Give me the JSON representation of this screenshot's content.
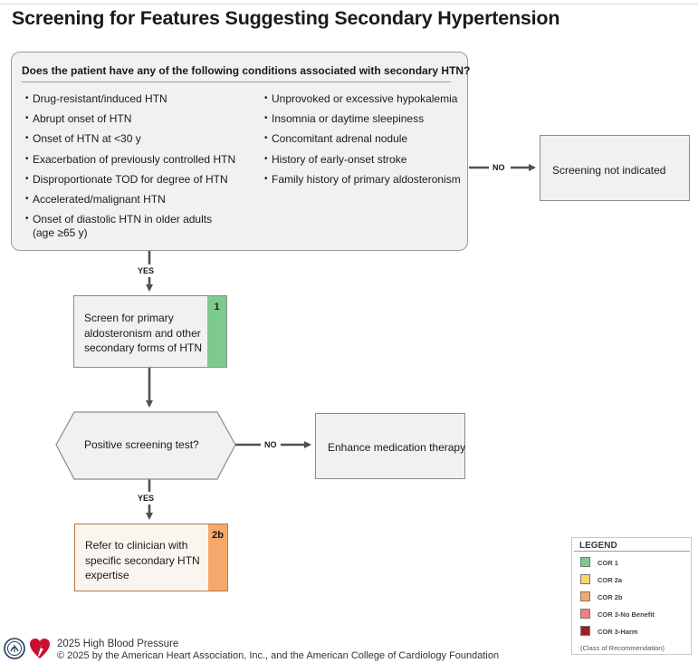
{
  "title": "Screening for Features Suggesting Secondary Hypertension",
  "question": {
    "title": "Does the patient have any of the following conditions associated with secondary HTN?",
    "left_items": [
      "Drug-resistant/induced HTN",
      "Abrupt onset of HTN",
      "Onset of HTN at <30 y",
      "Exacerbation of previously controlled HTN",
      "Disproportionate TOD for degree of HTN",
      "Accelerated/malignant HTN"
    ],
    "left_last_item": {
      "line1": "Onset of diastolic HTN in older adults",
      "line2": "(age ≥65 y)"
    },
    "right_items": [
      "Unprovoked or excessive hypokalemia",
      "Insomnia or daytime sleepiness",
      "Concomitant adrenal nodule",
      "History of early-onset stroke",
      "Family history of primary aldosteronism"
    ]
  },
  "no_label_1": "NO",
  "screening_not_indicated": "Screening not indicated",
  "yes_label_1": "YES",
  "screen_box": {
    "text": "Screen for primary aldosteronism and other secondary forms of HTN",
    "cor": "1"
  },
  "decision": "Positive screening test?",
  "no_label_2": "NO",
  "enhance_box": "Enhance medication therapy",
  "yes_label_2": "YES",
  "refer_box": {
    "text": "Refer to clinician with specific secondary HTN expertise",
    "cor": "2b"
  },
  "legend": {
    "title": "LEGEND",
    "items": [
      {
        "label": "COR 1",
        "color": "#7ec98e"
      },
      {
        "label": "COR 2a",
        "color": "#f9d66b"
      },
      {
        "label": "COR 2b",
        "color": "#f5a869"
      },
      {
        "label": "COR 3-No Benefit",
        "color": "#f28080"
      },
      {
        "label": "COR 3-Harm",
        "color": "#a51c1c"
      }
    ],
    "note": "(Class of Recommendation)"
  },
  "footer": {
    "line1": "2025 High Blood Pressure",
    "line2": "© 2025 by the American Heart Association, Inc., and the American College of Cardiology Foundation"
  },
  "colors": {
    "arrow": "#505050",
    "box_fill": "#f1f1f2",
    "box_border": "#8c8c8c",
    "heart_red": "#c8102e",
    "acc_navy": "#1f3a5f"
  }
}
